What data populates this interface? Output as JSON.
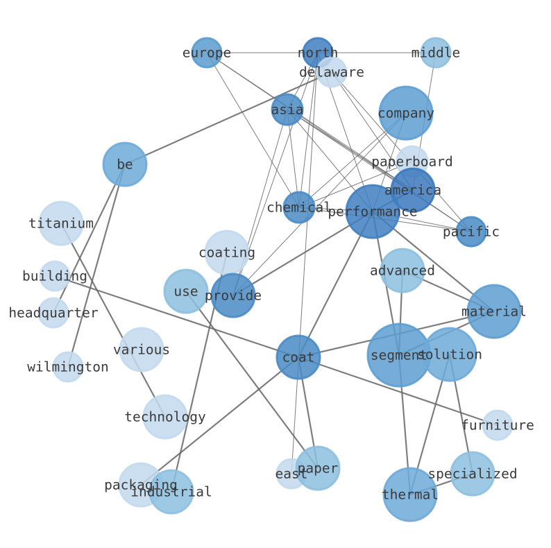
{
  "nodes": [
    {
      "id": "europe",
      "label": "europe",
      "color": "#5b9bcf",
      "alpha": 0.85
    },
    {
      "id": "north",
      "label": "north",
      "color": "#3f7fc0",
      "alpha": 0.85
    },
    {
      "id": "middle",
      "label": "middle",
      "color": "#8dbfdf",
      "alpha": 0.85
    },
    {
      "id": "delaware",
      "label": "delaware",
      "color": "#c3d9ed",
      "alpha": 0.85
    },
    {
      "id": "asia",
      "label": "asia",
      "color": "#4a8bc6",
      "alpha": 0.85
    },
    {
      "id": "company",
      "label": "company",
      "color": "#5e9ed1",
      "alpha": 0.85
    },
    {
      "id": "be",
      "label": "be",
      "color": "#6eaad8",
      "alpha": 0.85
    },
    {
      "id": "paperboard",
      "label": "paperboard",
      "color": "#c3d9ed",
      "alpha": 0.85
    },
    {
      "id": "america",
      "label": "america",
      "color": "#3a78bc",
      "alpha": 0.85
    },
    {
      "id": "chemical",
      "label": "chemical",
      "color": "#4a8bc6",
      "alpha": 0.85
    },
    {
      "id": "performance",
      "label": "performance",
      "color": "#3f7fc0",
      "alpha": 0.85
    },
    {
      "id": "pacific",
      "label": "pacific",
      "color": "#4a8bc6",
      "alpha": 0.85
    },
    {
      "id": "titanium",
      "label": "titanium",
      "color": "#c3d9ed",
      "alpha": 0.85
    },
    {
      "id": "coating",
      "label": "coating",
      "color": "#c3d9ed",
      "alpha": 0.85
    },
    {
      "id": "advanced",
      "label": "advanced",
      "color": "#8dbfdf",
      "alpha": 0.85
    },
    {
      "id": "building",
      "label": "building",
      "color": "#c3d9ed",
      "alpha": 0.85
    },
    {
      "id": "use",
      "label": "use",
      "color": "#8dbfdf",
      "alpha": 0.85
    },
    {
      "id": "provide",
      "label": "provide",
      "color": "#4a8bc6",
      "alpha": 0.85
    },
    {
      "id": "material",
      "label": "material",
      "color": "#5e9ed1",
      "alpha": 0.85
    },
    {
      "id": "headquarter",
      "label": "headquarter",
      "color": "#c3d9ed",
      "alpha": 0.85
    },
    {
      "id": "various",
      "label": "various",
      "color": "#c3d9ed",
      "alpha": 0.85
    },
    {
      "id": "coat",
      "label": "coat",
      "color": "#4a8bc6",
      "alpha": 0.85
    },
    {
      "id": "segment",
      "label": "segment",
      "color": "#5e9ed1",
      "alpha": 0.85
    },
    {
      "id": "solution",
      "label": "solution",
      "color": "#6eaad8",
      "alpha": 0.85
    },
    {
      "id": "wilmington",
      "label": "wilmington",
      "color": "#c3d9ed",
      "alpha": 0.85
    },
    {
      "id": "technology",
      "label": "technology",
      "color": "#c3d9ed",
      "alpha": 0.85
    },
    {
      "id": "furniture",
      "label": "furniture",
      "color": "#c3d9ed",
      "alpha": 0.85
    },
    {
      "id": "east",
      "label": "east",
      "color": "#c3d9ed",
      "alpha": 0.85
    },
    {
      "id": "paper",
      "label": "paper",
      "color": "#8dbfdf",
      "alpha": 0.85
    },
    {
      "id": "specialized",
      "label": "specialized",
      "color": "#8dbfdf",
      "alpha": 0.85
    },
    {
      "id": "packaging",
      "label": "packaging",
      "color": "#c3d9ed",
      "alpha": 0.85
    },
    {
      "id": "industrial",
      "label": "industrial",
      "color": "#8dbfdf",
      "alpha": 0.85
    },
    {
      "id": "thermal",
      "label": "thermal",
      "color": "#6eaad8",
      "alpha": 0.85
    }
  ],
  "edges": [
    {
      "source": "europe",
      "target": "north",
      "weight": 1
    },
    {
      "source": "north",
      "target": "middle",
      "weight": 1
    },
    {
      "source": "europe",
      "target": "chemical",
      "weight": 1
    },
    {
      "source": "europe",
      "target": "pacific",
      "weight": 1
    },
    {
      "source": "europe",
      "target": "america",
      "weight": 1
    },
    {
      "source": "north",
      "target": "asia",
      "weight": 1
    },
    {
      "source": "north",
      "target": "chemical",
      "weight": 1
    },
    {
      "source": "north",
      "target": "performance",
      "weight": 1
    },
    {
      "source": "north",
      "target": "provide",
      "weight": 1
    },
    {
      "source": "north",
      "target": "east",
      "weight": 1
    },
    {
      "source": "delaware",
      "target": "be",
      "weight": 2
    },
    {
      "source": "delaware",
      "target": "america",
      "weight": 1
    },
    {
      "source": "delaware",
      "target": "pacific",
      "weight": 1
    },
    {
      "source": "middle",
      "target": "america",
      "weight": 1
    },
    {
      "source": "asia",
      "target": "chemical",
      "weight": 1
    },
    {
      "source": "asia",
      "target": "performance",
      "weight": 1
    },
    {
      "source": "asia",
      "target": "provide",
      "weight": 1
    },
    {
      "source": "asia",
      "target": "pacific",
      "weight": 1
    },
    {
      "source": "asia",
      "target": "america",
      "weight": 1
    },
    {
      "source": "company",
      "target": "chemical",
      "weight": 1
    },
    {
      "source": "company",
      "target": "provide",
      "weight": 1
    },
    {
      "source": "company",
      "target": "performance",
      "weight": 1
    },
    {
      "source": "paperboard",
      "target": "chemical",
      "weight": 1
    },
    {
      "source": "america",
      "target": "performance",
      "weight": 3
    },
    {
      "source": "chemical",
      "target": "pacific",
      "weight": 1
    },
    {
      "source": "chemical",
      "target": "performance",
      "weight": 1
    },
    {
      "source": "performance",
      "target": "pacific",
      "weight": 1
    },
    {
      "source": "performance",
      "target": "provide",
      "weight": 2
    },
    {
      "source": "performance",
      "target": "coat",
      "weight": 2
    },
    {
      "source": "performance",
      "target": "segment",
      "weight": 2
    },
    {
      "source": "performance",
      "target": "material",
      "weight": 2
    },
    {
      "source": "be",
      "target": "headquarter",
      "weight": 2
    },
    {
      "source": "be",
      "target": "wilmington",
      "weight": 2
    },
    {
      "source": "titanium",
      "target": "technology",
      "weight": 2
    },
    {
      "source": "building",
      "target": "coat",
      "weight": 2
    },
    {
      "source": "use",
      "target": "paper",
      "weight": 2
    },
    {
      "source": "coating",
      "target": "industrial",
      "weight": 2
    },
    {
      "source": "advanced",
      "target": "material",
      "weight": 2
    },
    {
      "source": "advanced",
      "target": "segment",
      "weight": 2
    },
    {
      "source": "material",
      "target": "coat",
      "weight": 2
    },
    {
      "source": "segment",
      "target": "thermal",
      "weight": 2
    },
    {
      "source": "solution",
      "target": "thermal",
      "weight": 3
    },
    {
      "source": "solution",
      "target": "specialized",
      "weight": 2
    },
    {
      "source": "material",
      "target": "segment",
      "weight": 2
    },
    {
      "source": "coat",
      "target": "furniture",
      "weight": 2
    },
    {
      "source": "coat",
      "target": "paper",
      "weight": 2
    },
    {
      "source": "coat",
      "target": "packaging",
      "weight": 2
    },
    {
      "source": "specialized",
      "target": "thermal",
      "weight": 2
    }
  ]
}
